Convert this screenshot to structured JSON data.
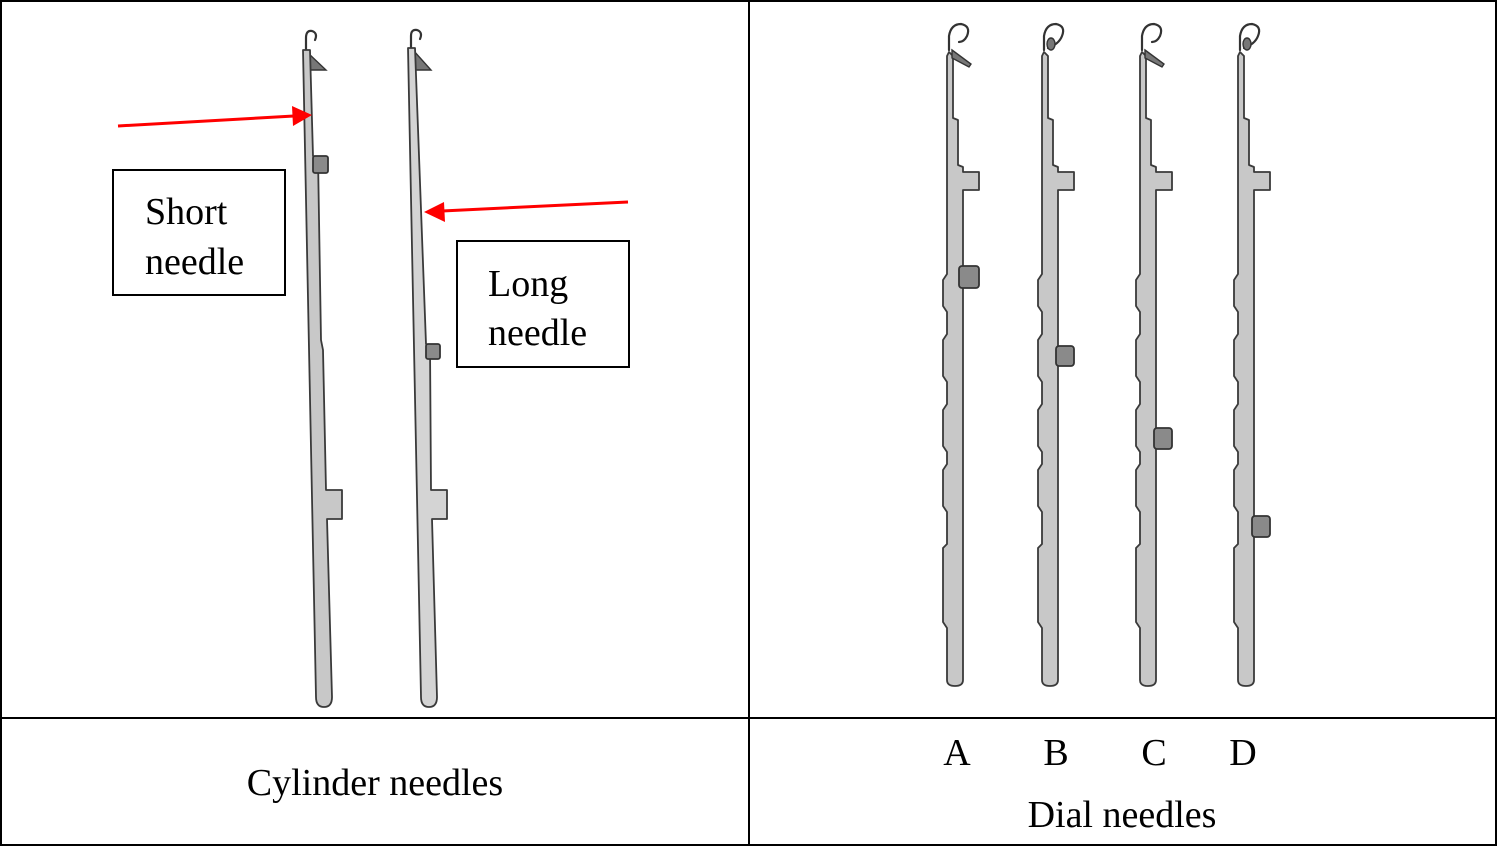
{
  "panels": {
    "cylinder": {
      "caption": "Cylinder needles",
      "short_label_line1": "Short",
      "short_label_line2": "needle",
      "long_label_line1": "Long",
      "long_label_line2": "needle"
    },
    "dial": {
      "caption": "Dial needles",
      "letters": [
        "A",
        "B",
        "C",
        "D"
      ]
    }
  },
  "colors": {
    "arrow": "#ff0000",
    "needle_fill": "#c8c8c8",
    "butt_fill": "#8a8a8a"
  }
}
